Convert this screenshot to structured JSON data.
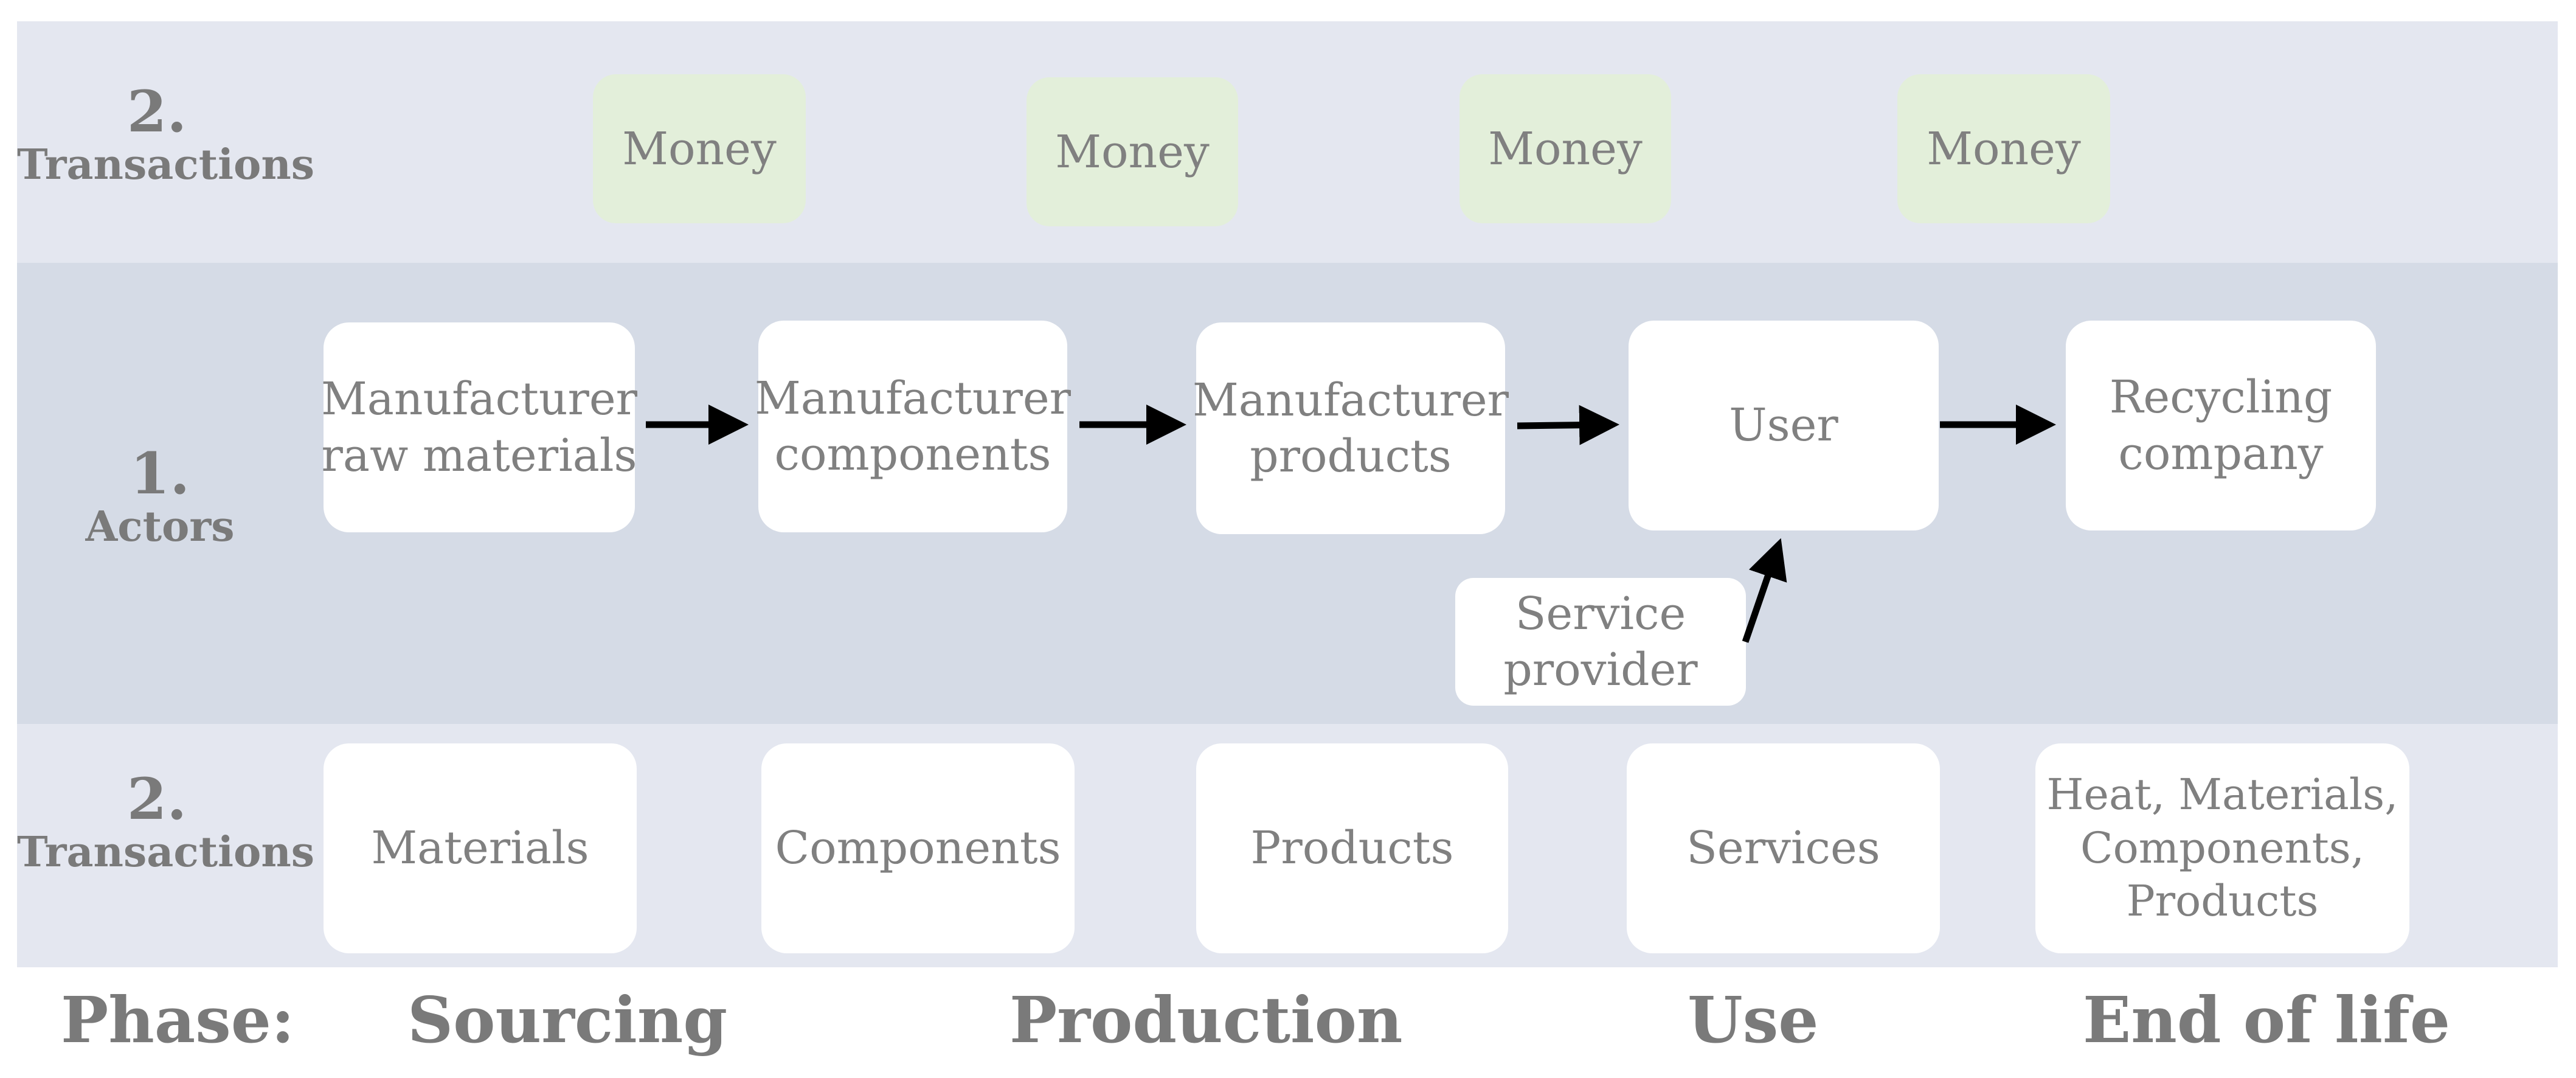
{
  "rows": {
    "top": {
      "number": "2.",
      "label": "Transactions"
    },
    "middle": {
      "number": "1.",
      "label": "Actors"
    },
    "bottom": {
      "number": "2.",
      "label": "Transactions"
    }
  },
  "money": [
    "Money",
    "Money",
    "Money",
    "Money"
  ],
  "actors": {
    "raw": [
      "Manufacturer",
      "raw materials"
    ],
    "components": [
      "Manufacturer",
      "components"
    ],
    "products": [
      "Manufacturer",
      "products"
    ],
    "user": [
      "User"
    ],
    "recycling": [
      "Recycling",
      "company"
    ],
    "service": [
      "Service",
      "provider"
    ]
  },
  "goods": {
    "materials": [
      "Materials"
    ],
    "components": [
      "Components"
    ],
    "products": [
      "Products"
    ],
    "services": [
      "Services"
    ],
    "eol": [
      "Heat, Materials,",
      "Components,",
      "Products"
    ]
  },
  "phases": {
    "label": "Phase:",
    "sourcing": "Sourcing",
    "production": "Production",
    "use": "Use",
    "end_of_life": "End of life"
  },
  "colors": {
    "band_light": "#e4e7f0",
    "band_dark": "#d5dbe6",
    "money_fill": "#e3efda",
    "text": "#808080"
  }
}
